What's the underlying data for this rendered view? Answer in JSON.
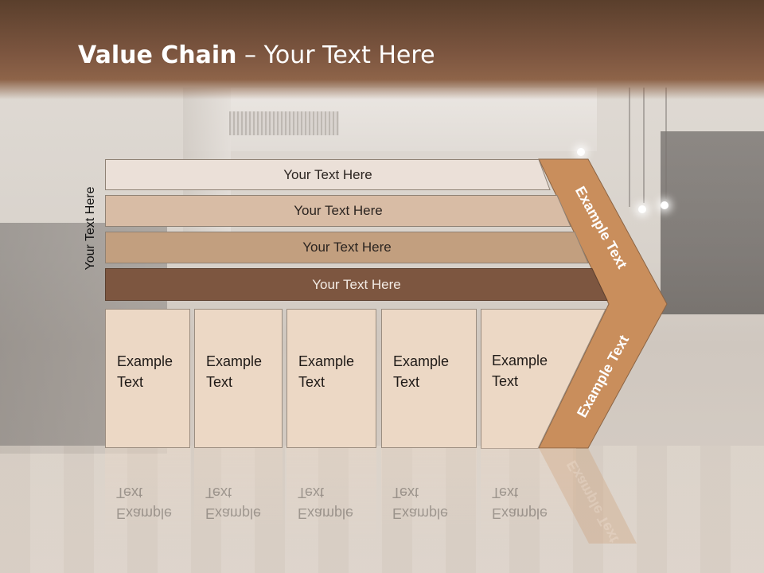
{
  "slide": {
    "title_bold": "Value Chain",
    "title_rest": " – Your Text Here",
    "side_label": "Your Text Here"
  },
  "rows": [
    {
      "label": "Your Text Here",
      "color": "#ebe0d8"
    },
    {
      "label": "Your Text Here",
      "color": "#d8bca5"
    },
    {
      "label": "Your Text Here",
      "color": "#c29f7f"
    },
    {
      "label": "Your Text Here",
      "color": "#7d5640"
    }
  ],
  "boxes": [
    {
      "line1": "Example",
      "line2": "Text"
    },
    {
      "line1": "Example",
      "line2": "Text"
    },
    {
      "line1": "Example",
      "line2": "Text"
    },
    {
      "line1": "Example",
      "line2": "Text"
    },
    {
      "line1": "Example",
      "line2": "Text"
    }
  ],
  "chevron": {
    "upper_text": "Example Text",
    "lower_text": "Example Text",
    "color": "#c98e5c"
  },
  "colors": {
    "header": "#7d5640",
    "box_fill": "#ecd8c5"
  }
}
